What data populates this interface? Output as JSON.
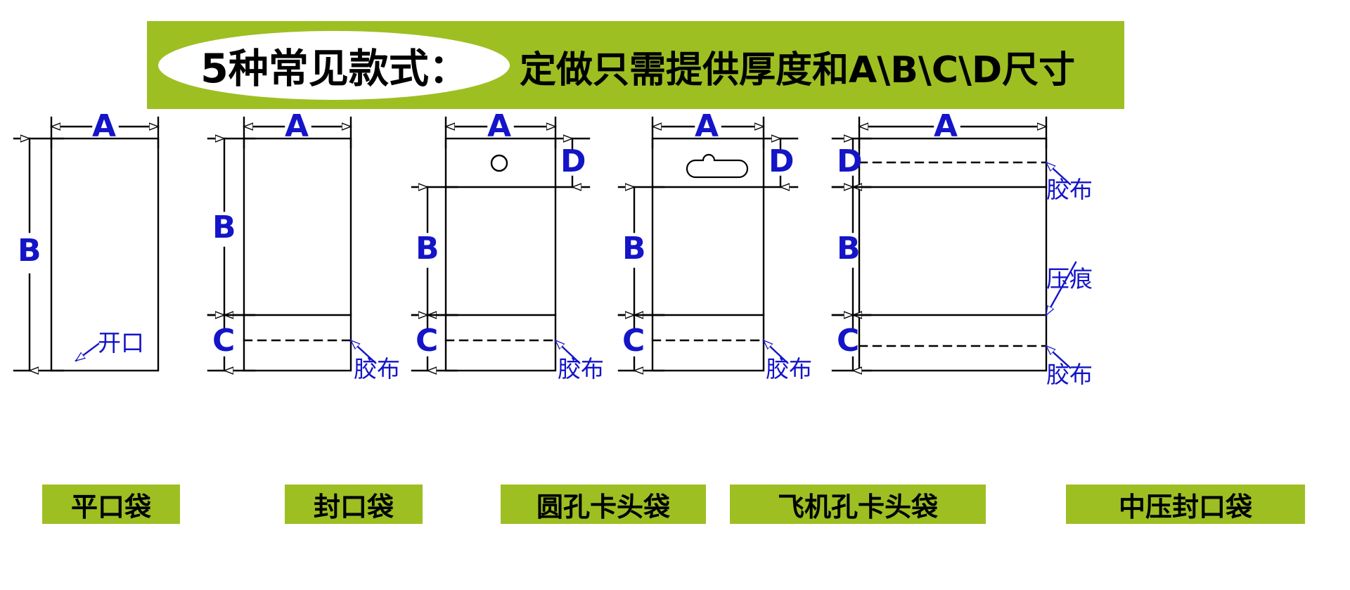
{
  "banner": {
    "title": "5种常见款式：",
    "subtitle": "定做只需提供厚度和A\\B\\C\\D尺寸",
    "bg_color": "#9dbf22",
    "ellipse_color": "#ffffff"
  },
  "colors": {
    "accent_green": "#9dbf22",
    "dimension_blue": "#1414c8",
    "line_black": "#000000"
  },
  "diagrams": [
    {
      "id": "flat-open-bag",
      "name": "平口袋",
      "dims": {
        "A": "A",
        "B": "B"
      },
      "annotations": [
        {
          "id": "opening",
          "text": "开口"
        }
      ],
      "features": []
    },
    {
      "id": "sealed-bag",
      "name": "封口袋",
      "dims": {
        "A": "A",
        "B": "B",
        "C": "C"
      },
      "annotations": [
        {
          "id": "tape",
          "text": "胶布"
        }
      ],
      "features": [
        "adhesive-tape-line"
      ]
    },
    {
      "id": "round-hole-header-bag",
      "name": "圆孔卡头袋",
      "dims": {
        "A": "A",
        "B": "B",
        "C": "C",
        "D": "D"
      },
      "annotations": [
        {
          "id": "tape",
          "text": "胶布"
        }
      ],
      "features": [
        "round-hole",
        "adhesive-tape-line"
      ]
    },
    {
      "id": "airplane-hole-header-bag",
      "name": "飞机孔卡头袋",
      "dims": {
        "A": "A",
        "B": "B",
        "C": "C",
        "D": "D"
      },
      "annotations": [
        {
          "id": "tape",
          "text": "胶布"
        }
      ],
      "features": [
        "airplane-hole",
        "adhesive-tape-line"
      ]
    },
    {
      "id": "center-sealed-bag",
      "name": "中压封口袋",
      "dims": {
        "A": "A",
        "B": "B",
        "C": "C",
        "D": "D"
      },
      "annotations": [
        {
          "id": "tape-top",
          "text": "胶布"
        },
        {
          "id": "crease",
          "text": "压痕"
        },
        {
          "id": "tape-bottom",
          "text": "胶布"
        }
      ],
      "features": [
        "adhesive-tape-line-top",
        "crease-line",
        "adhesive-tape-line-bottom"
      ]
    }
  ]
}
